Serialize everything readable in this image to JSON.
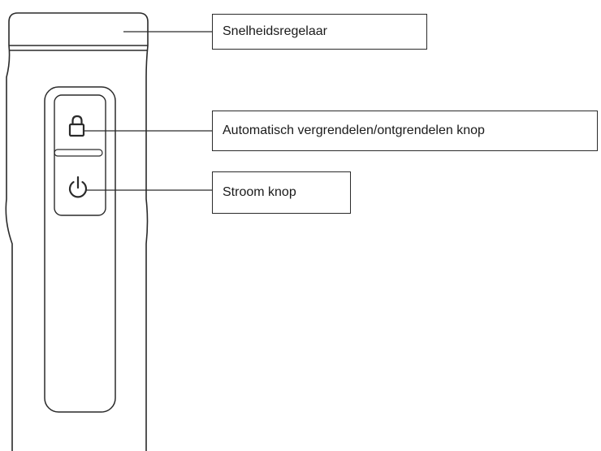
{
  "labels": {
    "speed_control": "Snelheidsregelaar",
    "auto_lock_button": "Automatisch vergrendelen/ontgrendelen knop",
    "power_button": "Stroom knop"
  },
  "icons": {
    "lock": "lock-icon",
    "power": "power-icon"
  },
  "colors": {
    "line": "#2a2a2a",
    "background": "#ffffff"
  }
}
